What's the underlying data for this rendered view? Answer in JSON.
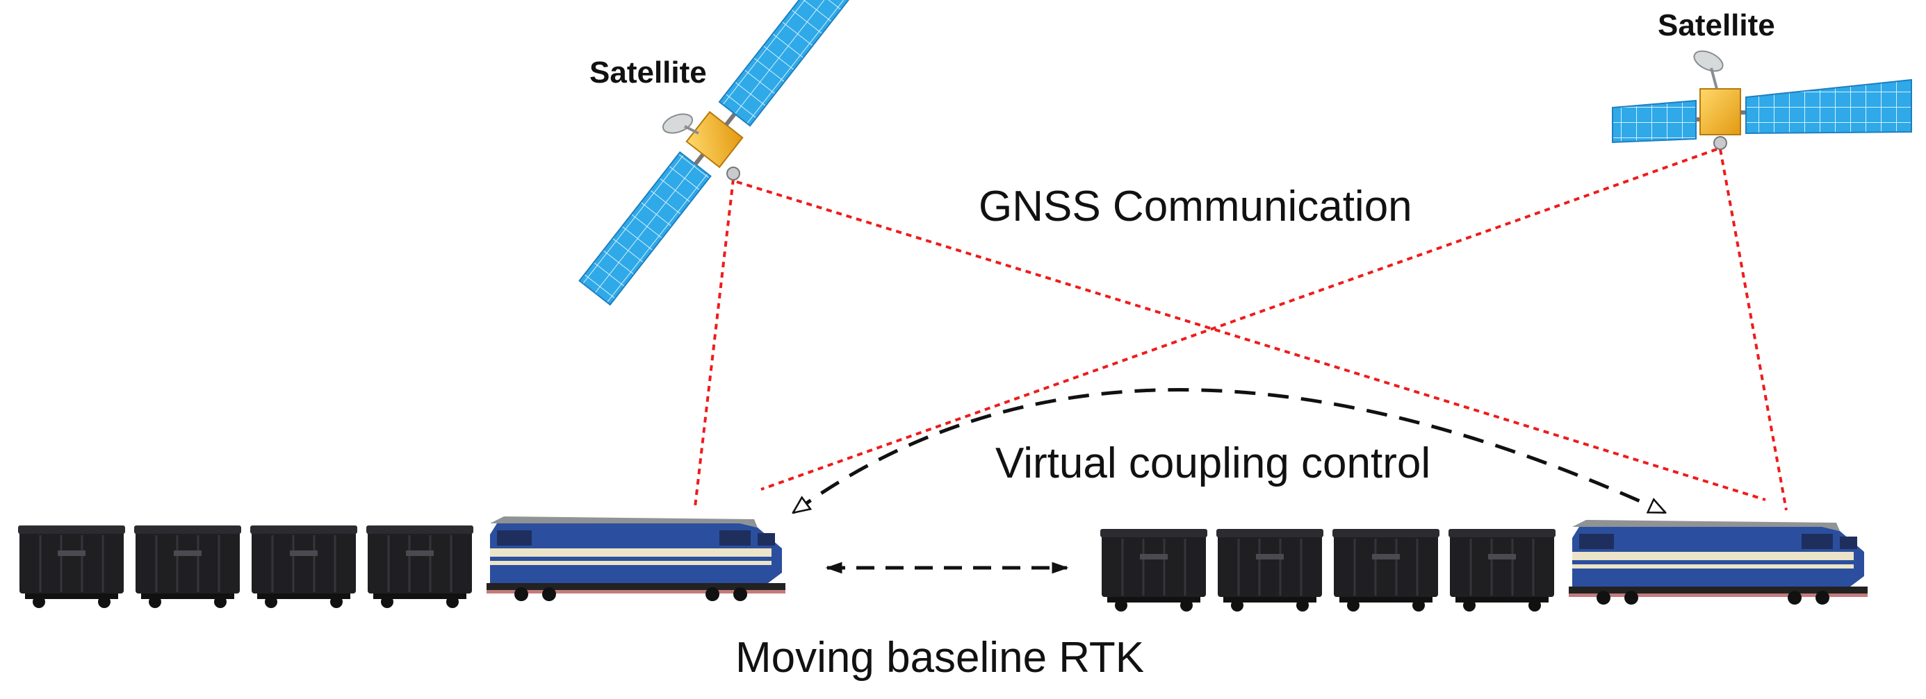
{
  "satellites": [
    {
      "label": "Satellite"
    },
    {
      "label": "Satellite"
    }
  ],
  "labels": {
    "gnss": "GNSS Communication",
    "virtual_coupling": "Virtual coupling control",
    "moving_baseline": "Moving baseline RTK"
  },
  "trains": [
    {
      "wagon_count": 4,
      "locomotive_count": 1
    },
    {
      "wagon_count": 4,
      "locomotive_count": 1
    }
  ],
  "colors": {
    "signal_line": "#ee1c1c",
    "panel": "#2fa9e8",
    "satellite_body": "#f3b52a",
    "wagon": "#1f1f22",
    "loco_blue": "#2b4f9e",
    "loco_cream": "#ece4c8",
    "loco_grey": "#8f9394",
    "arrow": "#111111"
  }
}
